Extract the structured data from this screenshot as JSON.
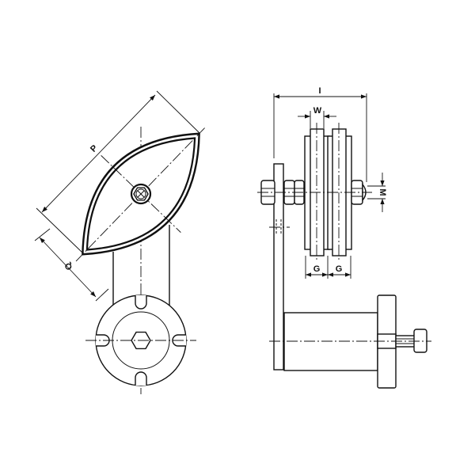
{
  "drawing": {
    "front_view": {
      "dimension_labels": {
        "p": "P",
        "q": "Q"
      }
    },
    "side_view": {
      "dimension_labels": {
        "i": "I",
        "w": "W",
        "m": "M",
        "g1": "G",
        "g2": "G"
      }
    }
  }
}
